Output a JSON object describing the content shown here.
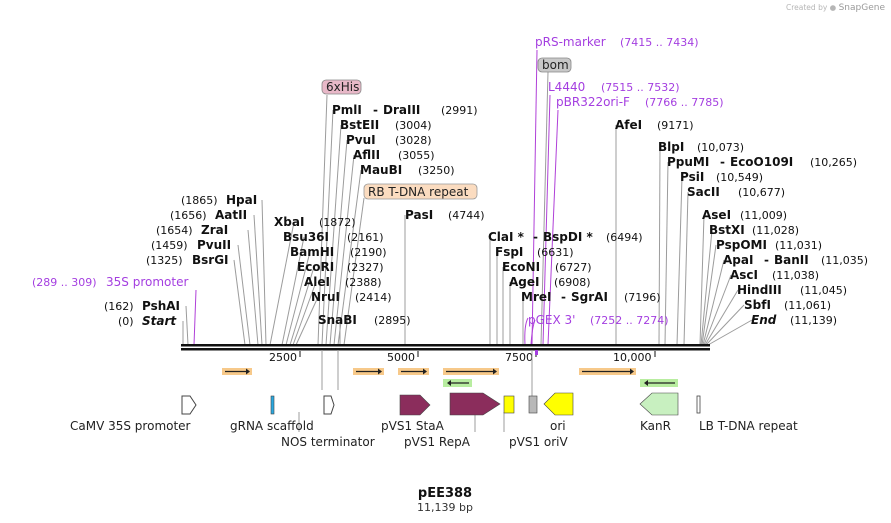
{
  "watermark": {
    "created": "Created by",
    "brand": "SnapGene"
  },
  "plasmid": {
    "name": "pEE388",
    "length": "11,139 bp"
  },
  "scale_ticks": [
    "2500",
    "5000",
    "7500",
    "10,000"
  ],
  "sites": {
    "start": {
      "label": "Start",
      "pos": "(0)"
    },
    "psha": {
      "label": "PshAI",
      "pos": "(162)"
    },
    "bsrg": {
      "label": "BsrGI",
      "pos": "(1325)"
    },
    "pvu2": {
      "label": "PvuII",
      "pos": "(1459)"
    },
    "zra": {
      "label": "ZraI",
      "pos": "(1654)"
    },
    "aat2": {
      "label": "AatII",
      "pos": "(1656)"
    },
    "hpa": {
      "label": "HpaI",
      "pos": "(1865)"
    },
    "xba": {
      "label": "XbaI",
      "pos": "(1872)"
    },
    "bsu36": {
      "label": "Bsu36I",
      "pos": "(2161)"
    },
    "bamh": {
      "label": "BamHI",
      "pos": "(2190)"
    },
    "ecor": {
      "label": "EcoRI",
      "pos": "(2327)"
    },
    "ale": {
      "label": "AleI",
      "pos": "(2388)"
    },
    "nru": {
      "label": "NruI",
      "pos": "(2414)"
    },
    "snab": {
      "label": "SnaBI",
      "pos": "(2895)"
    },
    "pml": {
      "label": "PmlI",
      "pos": "(2991)"
    },
    "dra3": {
      "label": "DraIII"
    },
    "bste2": {
      "label": "BstEII",
      "pos": "(3004)"
    },
    "pvu1": {
      "label": "PvuI",
      "pos": "(3028)"
    },
    "afl2": {
      "label": "AflII",
      "pos": "(3055)"
    },
    "maub": {
      "label": "MauBI",
      "pos": "(3250)"
    },
    "pas": {
      "label": "PasI",
      "pos": "(4744)"
    },
    "cla": {
      "label": "ClaI *",
      "pos": "(6494)"
    },
    "bspd": {
      "label": "BspDI *"
    },
    "fsp": {
      "label": "FspI",
      "pos": "(6631)"
    },
    "econ": {
      "label": "EcoNI",
      "pos": "(6727)"
    },
    "age": {
      "label": "AgeI",
      "pos": "(6908)"
    },
    "mre": {
      "label": "MreI",
      "pos": "(7196)"
    },
    "sgra": {
      "label": "SgrAI"
    },
    "afe": {
      "label": "AfeI",
      "pos": "(9171)"
    },
    "blp": {
      "label": "BlpI",
      "pos": "(10,073)"
    },
    "ppum": {
      "label": "PpuMI",
      "pos": "(10,265)"
    },
    "eco109": {
      "label": "EcoO109I"
    },
    "psi": {
      "label": "PsiI",
      "pos": "(10,549)"
    },
    "sac2": {
      "label": "SacII",
      "pos": "(10,677)"
    },
    "ase": {
      "label": "AseI",
      "pos": "(11,009)"
    },
    "bstx": {
      "label": "BstXI",
      "pos": "(11,028)"
    },
    "pspom": {
      "label": "PspOMI",
      "pos": "(11,031)"
    },
    "apa": {
      "label": "ApaI",
      "pos": "(11,035)"
    },
    "ban2": {
      "label": "BanII"
    },
    "asc": {
      "label": "AscI",
      "pos": "(11,038)"
    },
    "hind3": {
      "label": "HindIII",
      "pos": "(11,045)"
    },
    "sbf": {
      "label": "SbfI",
      "pos": "(11,061)"
    },
    "end": {
      "label": "End",
      "pos": "(11,139)"
    }
  },
  "dash": "-",
  "primers": {
    "p35s": {
      "label": "35S promoter",
      "range": "(289 .. 309)"
    },
    "prs": {
      "label": "pRS-marker",
      "range": "(7415 .. 7434)"
    },
    "l4440": {
      "label": "L4440",
      "range": "(7515 .. 7532)"
    },
    "pbr": {
      "label": "pBR322ori-F",
      "range": "(7766 .. 7785)"
    },
    "pgex": {
      "label": "pGEX 3'",
      "range": "(7252 .. 7274)"
    }
  },
  "boxes": {
    "his": "6xHis",
    "bom": "bom",
    "rb": "RB T-DNA repeat"
  },
  "features": {
    "camv": "CaMV 35S promoter",
    "grna": "gRNA scaffold",
    "nos": "NOS terminator",
    "stab": "pVS1 StaA",
    "repa": "pVS1 RepA",
    "oriv": "pVS1 oriV",
    "ori": "ori",
    "kanr": "KanR",
    "lb": "LB T-DNA repeat"
  },
  "colors": {
    "his_box": "#e8b8c8",
    "bom_box": "#c8c8c8",
    "rb_box": "#fbdcc0",
    "orf_arrow": "#f59a23",
    "kanr_orf": "#7ad64a",
    "repa_stab": "#8b2d5c",
    "ori": "#ffff00",
    "kanr": "#c8f0c0",
    "grna": "#29a8e0",
    "primer": "#a43ee0"
  }
}
